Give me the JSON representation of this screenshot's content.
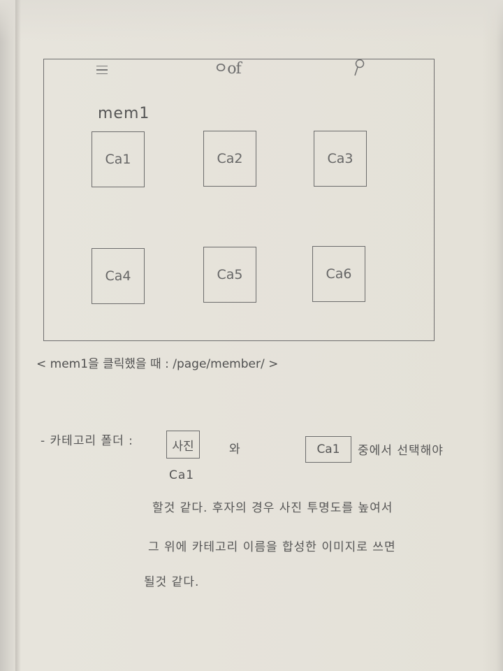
{
  "wireframe": {
    "header": {
      "menu_icon": "hamburger-icon",
      "logo_text": "ㅇof",
      "search_icon": "search-icon"
    },
    "member_label": "mem1",
    "categories": [
      "Ca1",
      "Ca2",
      "Ca3",
      "Ca4",
      "Ca5",
      "Ca6"
    ]
  },
  "notes": {
    "click_note": "< mem1을 클릭했을 때 : /page/member/ >",
    "folder_prefix": "- 카테고리 폴더 :",
    "option_a_box": "사진",
    "option_a_caption": "Ca1",
    "connector": "와",
    "option_b_box": "Ca1",
    "option_b_suffix": "중에서 선택해야",
    "line_2": "할것 같다. 후자의 경우   사진 투명도를 높여서",
    "line_3": "그 위에 카테고리 이름을 합성한 이미지로 쓰면",
    "line_4": "될것 같다."
  }
}
